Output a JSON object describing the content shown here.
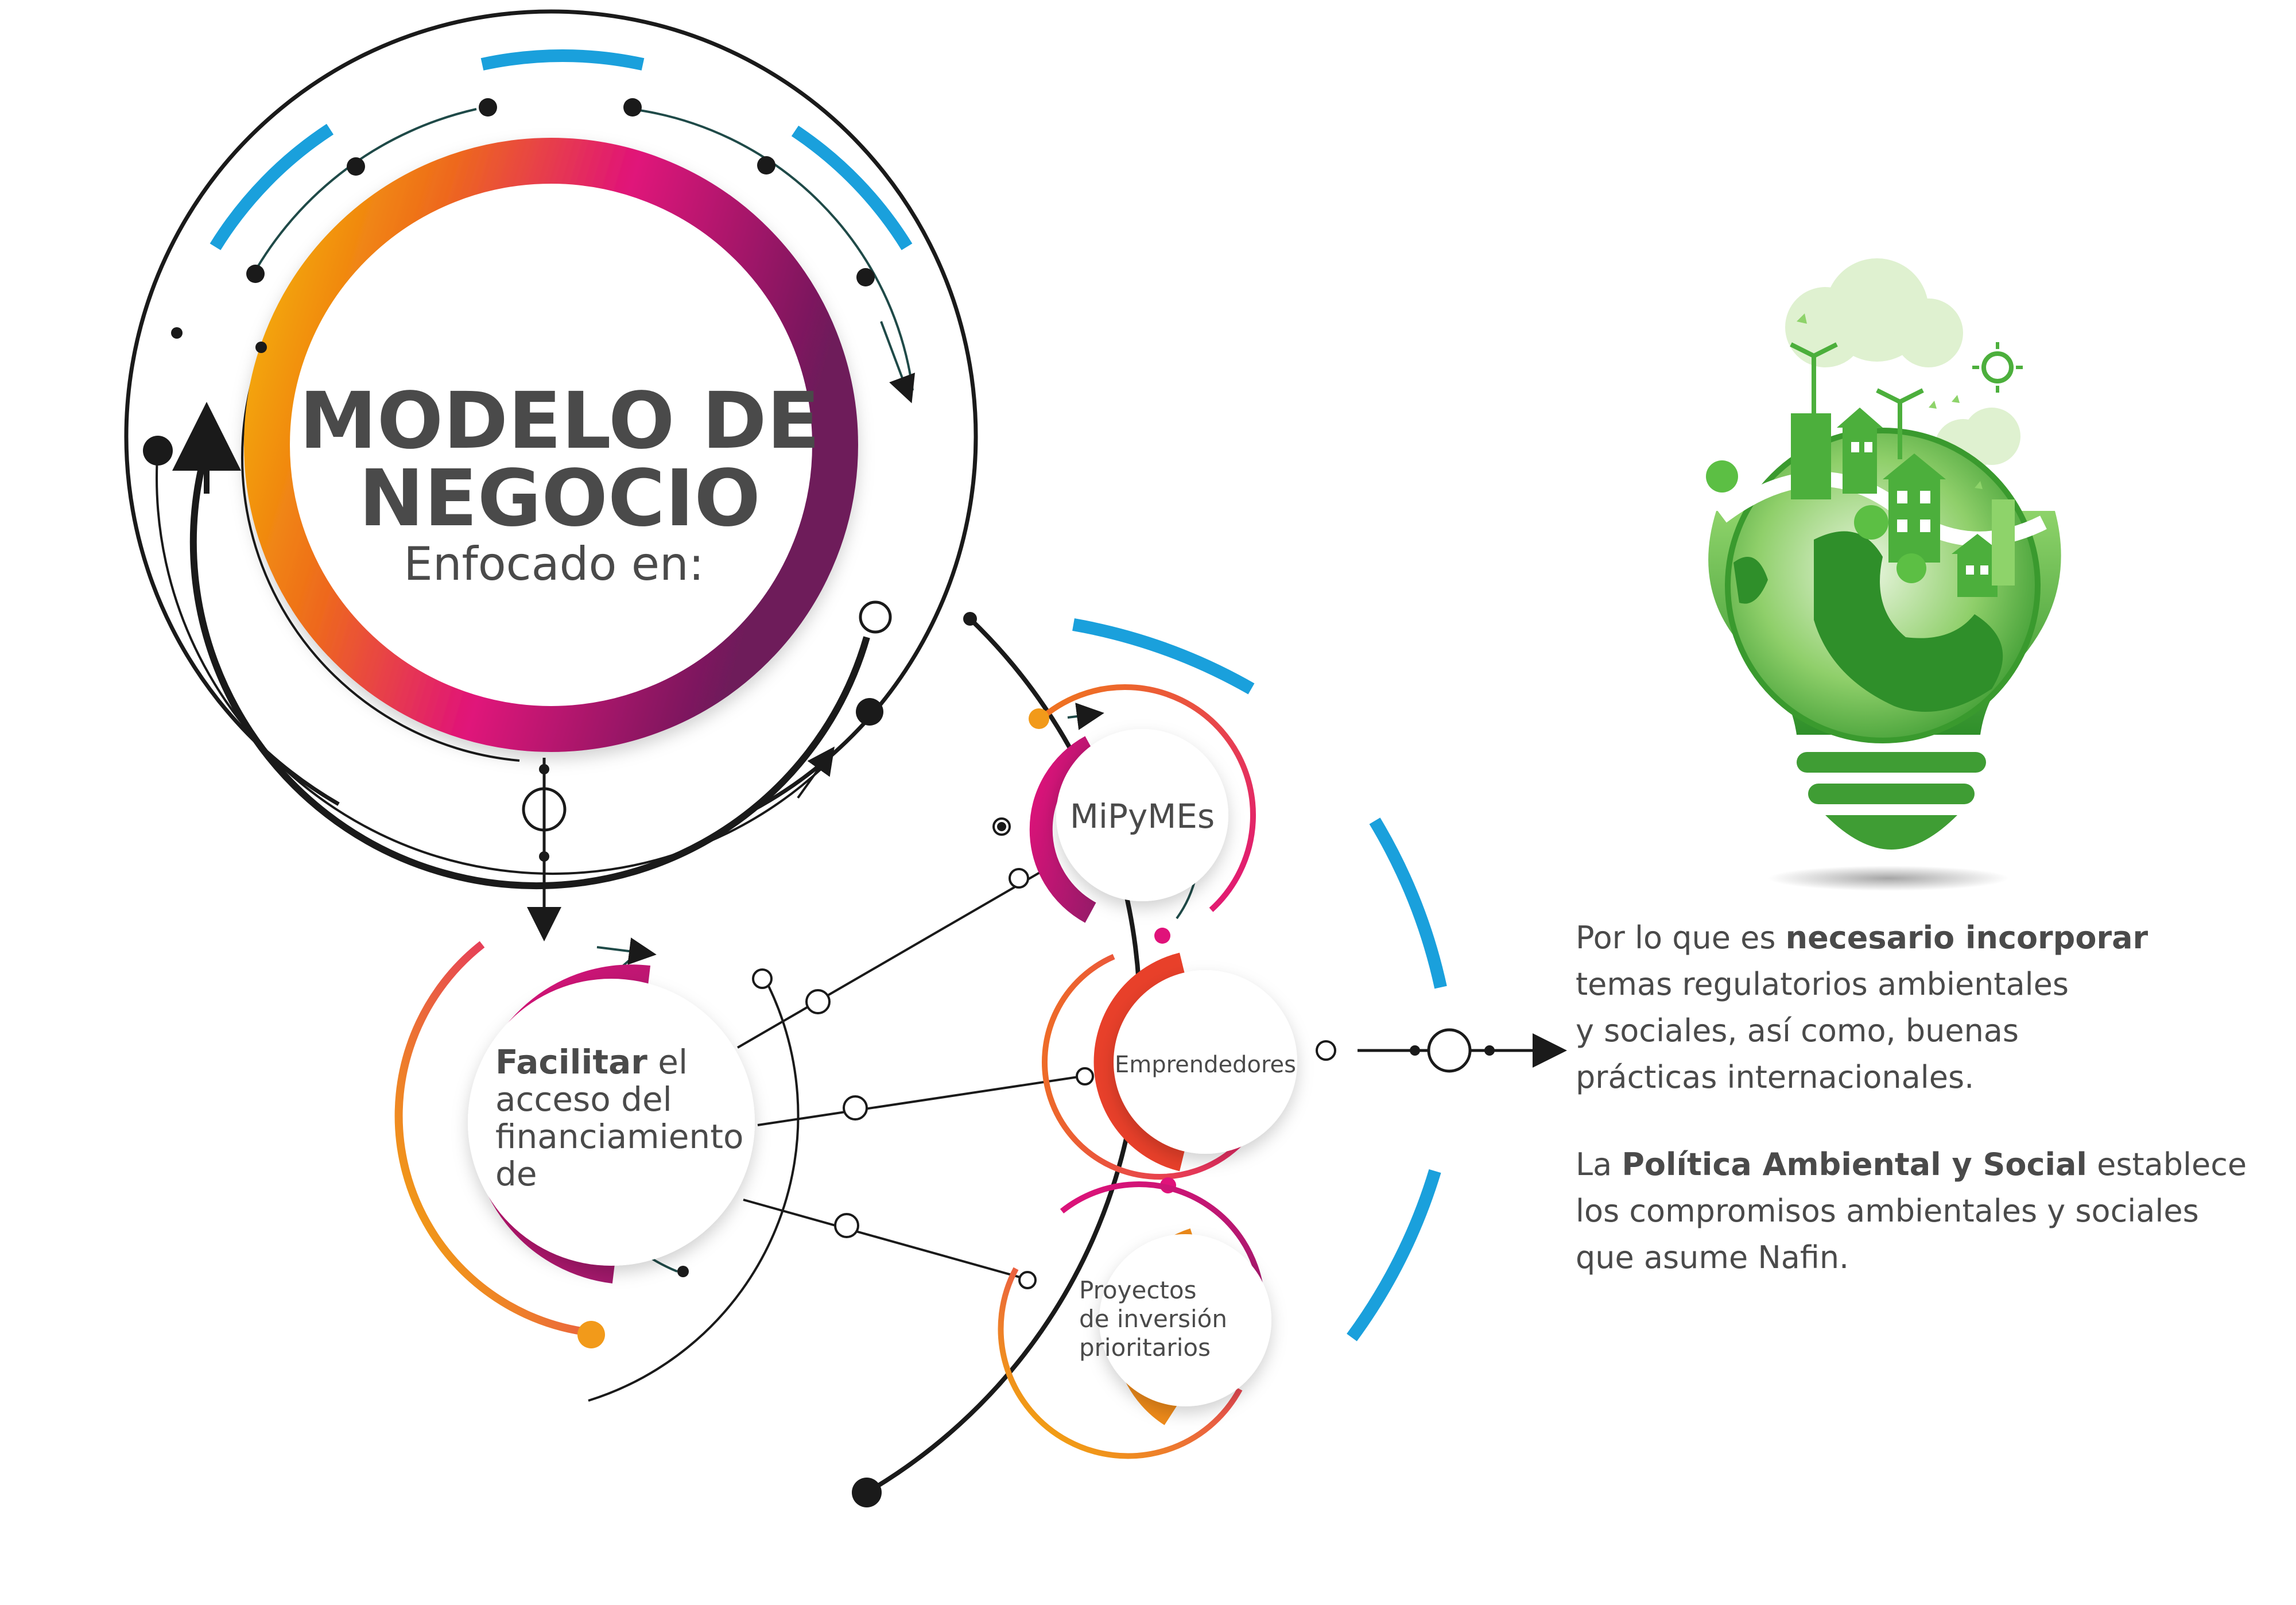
{
  "main": {
    "title_line1": "MODELO DE",
    "title_line2": "NEGOCIO",
    "subtitle": "Enfocado en:"
  },
  "focus": {
    "bold": "Facilitar",
    "line1_rest": " el",
    "line2": "acceso del",
    "line3": "financiamiento",
    "line4": "de"
  },
  "targets": [
    {
      "label": "MiPyMEs"
    },
    {
      "label": "Emprendedores"
    },
    {
      "label_lines": [
        "Proyectos",
        "de inversión",
        "prioritarios"
      ]
    }
  ],
  "side_text": {
    "p1": {
      "pre": "Por lo que es ",
      "bold": "necesario incorporar",
      "lines": [
        "temas regulatorios ambientales",
        "y sociales, así como, buenas",
        "prácticas internacionales."
      ]
    },
    "p2": {
      "pre": "La ",
      "bold": "Política Ambiental y Social",
      "post": " establece",
      "lines": [
        "los compromisos ambientales y sociales",
        "que asume Nafin."
      ]
    }
  },
  "colors": {
    "accent_blue": "#1aa0dc",
    "gradient": [
      "#f5b800",
      "#e8502a",
      "#e0127a",
      "#7a1560"
    ],
    "green": "#4caf3c",
    "text": "#4a4a4a",
    "line": "#1a1a1a"
  },
  "icons": [
    "lightbulb-green-city-icon"
  ]
}
